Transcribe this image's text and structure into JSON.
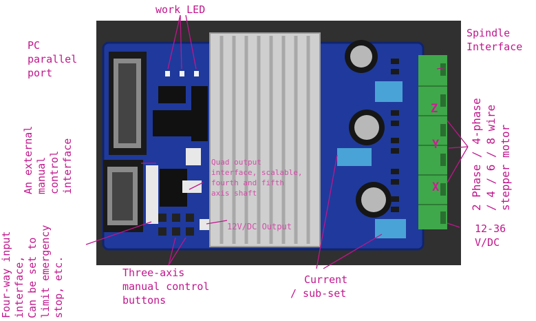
{
  "labels": {
    "work_led": "work LED",
    "pc_port": [
      "PC",
      "parallel",
      "port"
    ],
    "spindle": [
      "Spindle",
      "Interface"
    ],
    "external": [
      "An external",
      "manual",
      "control",
      "interface"
    ],
    "quad": [
      "Quad output",
      "interface, scalable,",
      "fourth and fifth",
      "axis shaft"
    ],
    "output_12v": "12V/DC Output",
    "four_way": [
      "Four-way input",
      "interface,",
      "Can be set to",
      "limit emergency",
      "stop, etc."
    ],
    "three_axis": [
      "Three-axis",
      "manual control",
      "buttons"
    ],
    "current": [
      "Current",
      "/ sub-set"
    ],
    "stepper": [
      "2 Phase / 4-phase",
      "/ 4 / 6 / 8 wire",
      "stepper motor"
    ],
    "voltage": [
      "12-36",
      "V/DC"
    ],
    "axis_z": "Z",
    "axis_y": "Y",
    "axis_x": "X"
  },
  "colors": {
    "label": "#c0168c",
    "board": "#1f3a9c",
    "connector_green": "#3fa84a",
    "heatsink": "#d9d9d9",
    "background": "#2a2a2a"
  }
}
